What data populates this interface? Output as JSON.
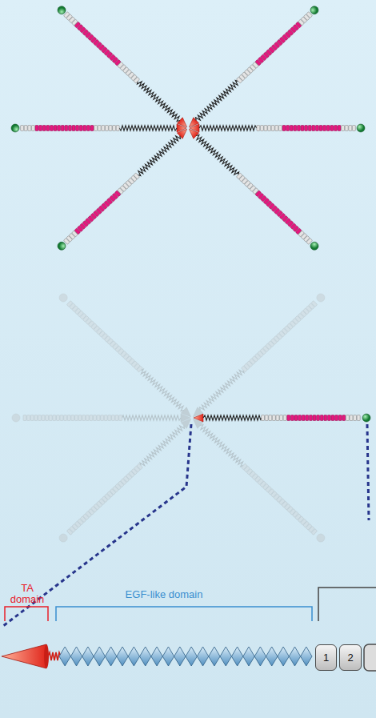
{
  "diagram": {
    "nodes": [
      {
        "text": [
          "1"
        ]
      },
      {
        "text": [
          "2"
        ]
      }
    ],
    "labels": [
      "TA domain",
      "EGF-like domain"
    ]
  }
}
